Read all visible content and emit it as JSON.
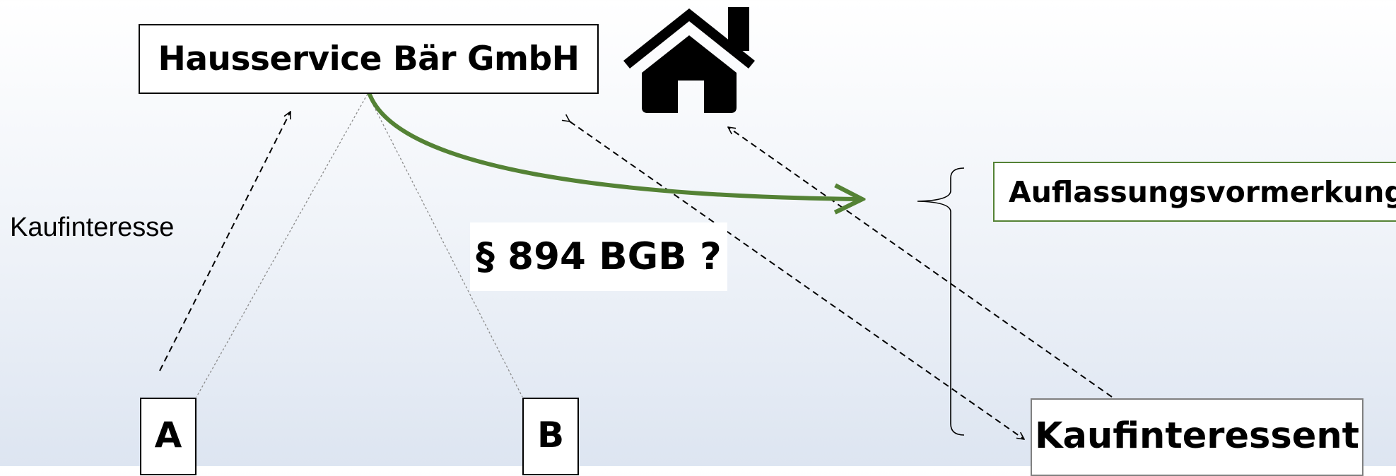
{
  "nodes": {
    "company": "Hausservice Bär GmbH",
    "a": "A",
    "b": "B",
    "vormerkung": "Auflassungsvormerkung",
    "kaeufer": "Kaufinteressent"
  },
  "labels": {
    "kaufinteresse": "Kaufinteresse",
    "paragraph": "§ 894 BGB ?"
  },
  "icons": {
    "house": "house-icon"
  },
  "colors": {
    "accent_green": "#548235",
    "box_border": "#000000",
    "gray_border": "#7f7f7f"
  }
}
